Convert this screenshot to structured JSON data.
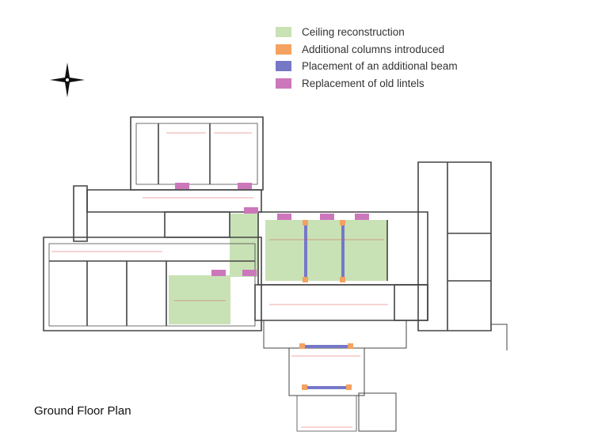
{
  "legend": {
    "items": [
      {
        "label": "Ceiling reconstruction",
        "color": "#c8e2b6"
      },
      {
        "label": "Additional columns introduced",
        "color": "#f4a261"
      },
      {
        "label": "Placement of an additional beam",
        "color": "#7777c8"
      },
      {
        "label": "Replacement of old lintels",
        "color": "#cc77bb"
      }
    ]
  },
  "compass": {
    "icon": "compass-star-icon"
  },
  "caption": "Ground Floor Plan",
  "colors": {
    "wall": "#444444",
    "dimension": "#d9534f",
    "ceiling": "#c8e2b6",
    "column": "#f4a261",
    "beam": "#7777c8",
    "lintel": "#cc77bb"
  }
}
